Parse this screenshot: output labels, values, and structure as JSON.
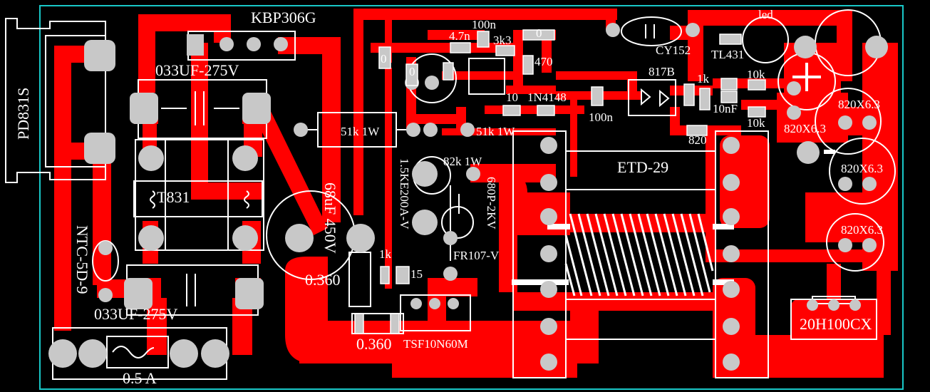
{
  "board": {
    "colors": {
      "background": "#000000",
      "trace": "#ff0000",
      "silkscreen": "#ffffff",
      "pad": "#c8c8c8",
      "outline": "#00c8c8"
    }
  },
  "labels": {
    "bridge": "KBP306G",
    "connector": "PD831S",
    "cap_x_top": "033UF-275V",
    "cap_x_bottom": "033UF-275V",
    "choke": "T831",
    "ntc": "NTC-5D-9",
    "fuse": "0.5 A",
    "bulk_cap": "68uF 450V",
    "r_sense_1": "0.360",
    "r_sense_2": "0.360",
    "mosfet": "TSF10N60M",
    "r_51k_left": "51k 1W",
    "r_51k_right": "51k 1W",
    "r_82k": "82k 1W",
    "tvs": "1.5KE200A-V",
    "cap_680p": "680P-2KV",
    "diode_fr107": "FR107-V",
    "r_1k_mid": "1k",
    "r_15": "15",
    "r_0_a": "0",
    "r_0_b": "0",
    "r_0_c": "0",
    "cap_4n7": "4.7n",
    "cap_100n_top": "100n",
    "r_3k3": "3k3",
    "r_470": "470",
    "r_10": "10",
    "diode_1n4148": "1N4148",
    "cap_100n_mid": "100n",
    "optocoupler": "817B",
    "y_cap": "CY152",
    "led": "led",
    "tl431": "TL431",
    "r_1k_right": "1k",
    "r_10k_top": "10k",
    "r_10k_bottom": "10k",
    "cap_10nf": "10nF",
    "r_820": "820",
    "transformer": "ETD-29",
    "out_cap_1": "820X6.3",
    "out_cap_2": "820X6.3",
    "out_cap_3": "820X6.3",
    "out_cap_4": "820X6.3",
    "rectifier": "20H100CX",
    "polarity_plus": "+",
    "polarity_minus": "-"
  }
}
